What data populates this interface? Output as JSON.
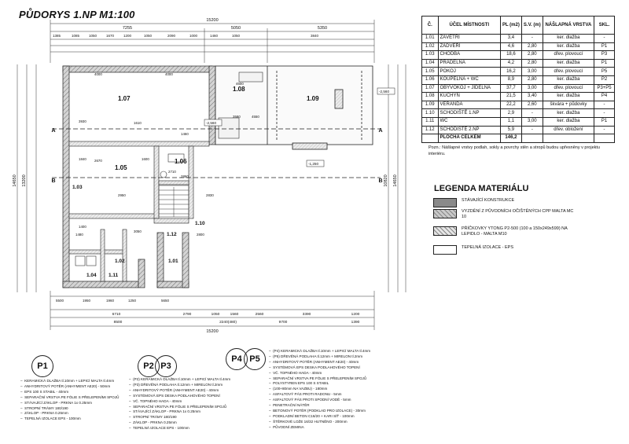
{
  "title": "PŮDORYS 1.NP  M1:100",
  "table": {
    "headers": [
      "Č.",
      "ÚČEL MÍSTNOSTI",
      "PL (m2)",
      "S.V. (m)",
      "NÁŠLAPNÁ VRSTVA",
      "SKL."
    ],
    "rows": [
      {
        "no": "1.01",
        "name": "ZÁVĚTŘÍ",
        "area": "3,4",
        "height": "-",
        "floor": "ker. dlažba",
        "skl": "-"
      },
      {
        "no": "1.02",
        "name": "ZÁDVEŘÍ",
        "area": "4,6",
        "height": "2,80",
        "floor": "ker. dlažba",
        "skl": "P1"
      },
      {
        "no": "1.03",
        "name": "CHODBA",
        "area": "18,6",
        "height": "2,80",
        "floor": "dřev. plovoucí",
        "skl": "P3"
      },
      {
        "no": "1.04",
        "name": "PRÁDELNA",
        "area": "4,2",
        "height": "2,80",
        "floor": "ker. dlažba",
        "skl": "P1"
      },
      {
        "no": "1.05",
        "name": "POKOJ",
        "area": "16,2",
        "height": "3,00",
        "floor": "dřev. plovoucí",
        "skl": "P5"
      },
      {
        "no": "1.06",
        "name": "KOUPELNA + WC",
        "area": "8,9",
        "height": "2,80",
        "floor": "ker. dlažba",
        "skl": "P2"
      },
      {
        "no": "1.07",
        "name": "OBÝVOKOJ + JÍDELNA",
        "area": "37,7",
        "height": "3,00",
        "floor": "dřev. plovoucí",
        "skl": "P3+P5"
      },
      {
        "no": "1.08",
        "name": "KUCHYŇ",
        "area": "21,5",
        "height": "3,40",
        "floor": "ker. dlažba",
        "skl": "P4"
      },
      {
        "no": "1.09",
        "name": "VERANDA",
        "area": "22,2",
        "height": "2,60",
        "floor": "škvára + půdovky",
        "skl": "-"
      },
      {
        "no": "1.10",
        "name": "SCHODIŠTĚ 1.NP",
        "area": "2,9",
        "height": "-",
        "floor": "ker. dlažba",
        "skl": "-"
      },
      {
        "no": "1.11",
        "name": "WC",
        "area": "1,1",
        "height": "3,00",
        "floor": "ker. dlažba",
        "skl": "P1"
      },
      {
        "no": "1.12",
        "name": "SCHODIŠTĚ 2.NP",
        "area": "5,9",
        "height": "-",
        "floor": "dřev. obložení",
        "skl": "-"
      }
    ],
    "total_label": "PLOCHA CELKEM",
    "total_value": "146,2"
  },
  "note": "Pozn.: Nášlapné vrstvy podlah, sokly a povrchy stěn a stropů budou upřesněny v projektu interiéru.",
  "legend": {
    "title": "LEGENDA MATERIÁLU",
    "items": [
      {
        "label": "STÁVAJÍCÍ KONSTRUKCE",
        "fill": "#8a8a8a"
      },
      {
        "label": "VYZDĚNÍ Z PŮVODNÍCH OČIŠTĚNÝCH CPP MALTA MC 10",
        "fill": "#c9c9c9"
      },
      {
        "label": "PŘÍČKOVKY YTONG P2-500 (100 a 150x249x599) NA LEPIDLO - MALTA M10",
        "fill": "#e6e6e6"
      },
      {
        "label": "TEPELNÁ IZOLACE - EPS",
        "fill": "#ffffff"
      }
    ]
  },
  "rooms": [
    {
      "id": "1.07",
      "name": "OBÝVOKOJ + JÍDELNA"
    },
    {
      "id": "1.08",
      "name": "KUCHYŇ"
    },
    {
      "id": "1.09",
      "name": "VERANDA"
    },
    {
      "id": "1.05",
      "name": "POKOJ"
    },
    {
      "id": "1.06",
      "name": "KOUPELNA + WC"
    },
    {
      "id": "1.03",
      "name": "CHODBA"
    },
    {
      "id": "1.12",
      "name": "SCHODIŠTĚ 2.NP"
    },
    {
      "id": "1.10",
      "name": "SCHODIŠTĚ 1.NP"
    },
    {
      "id": "1.02",
      "name": "ZÁDVEŘÍ"
    },
    {
      "id": "1.01",
      "name": "ZÁVĚTŘÍ"
    },
    {
      "id": "1.04",
      "name": "PRÁDELNA"
    },
    {
      "id": "1.11",
      "name": "WC"
    }
  ],
  "dimensions": {
    "top_total": "15200",
    "top_segments": [
      "7255",
      "5050",
      "5350"
    ],
    "top_detail": [
      "1385",
      "1085",
      "1050",
      "1670",
      "1200",
      "1050",
      "2090",
      "1000",
      "1460",
      "1050",
      "3840"
    ],
    "bottom_total": "15200",
    "bottom_segments": [
      "6710",
      "2790",
      "1050",
      "1560",
      "2560",
      "3390",
      "1200"
    ],
    "bottom_parts": [
      "8500",
      "2240(480)",
      "9700",
      "1390"
    ],
    "bottom_detail": [
      "5500",
      "1950",
      "1960",
      "1250",
      "5650"
    ],
    "left_total": "14650",
    "left_inner": "13200",
    "right_total": "14650",
    "right_inner": "10820",
    "levels": [
      "-2,560",
      "-2,560",
      "-1,250"
    ],
    "misc": [
      "4000",
      "4000",
      "4600",
      "3930",
      "3580",
      "2950",
      "4550",
      "1840",
      "3050",
      "2860",
      "1610",
      "2670",
      "1460",
      "1600",
      "1480",
      "1400",
      "2710",
      "2800",
      "2830"
    ]
  },
  "markers": [
    "A",
    "A",
    "B",
    "B"
  ],
  "compositions": [
    {
      "badges": [
        "P1"
      ],
      "lines": [
        "KERAMICKÁ DLAŽBA tl.10mm + LEPICÍ MALTA tl.4mm",
        "ANHYDRITOVÝ POTĚR (ANHYMENT AE20) - 50mm",
        "EPS 100 S STABIL - 40mm",
        "SEPARAČNÍ VRSTVA PE FÓLIE S PŘELEPENÍMI SPOJŮ",
        "STÁVAJÍCÍ ZÁKLOP - PRKNA 1x 0.25mm",
        "STROPNÍ TRÁMY 180/190",
        "ZÁKLOP - PRKNA 0.25mm",
        "TEPELNÁ IZOLACE EPS - 100mm"
      ]
    },
    {
      "badges": [
        "P2",
        "P3"
      ],
      "lines": [
        "(P2) KERAMICKÁ DLAŽBA tl.10mm + LEPICÍ MALTA tl.4mm",
        "(P3) DŘEVĚNÁ PODLAHA tl.12mm + MIRELON tl.2mm",
        "ANHYDRITOVÝ POTĚR (ANHYMENT AE20) - 40mm",
        "SYSTÉMOVÁ EPS DESKA PODLAHOVÉHO TOPENÍ",
        "VČ. TOPNÉHO HADA - 40mm",
        "SEPARAČNÍ VRSTVA PE FÓLIE S PŘELEPENÍM SPOJŮ",
        "STÁVAJÍCÍ ZÁKLOP - PRKNA 1x 0.25mm",
        "STROPNÍ TRÁMY 180/190",
        "ZÁKLOP - PRKNA 0.25mm",
        "TEPELNÁ IZOLACE EPS - 100mm"
      ]
    },
    {
      "badges": [
        "P4",
        "P5"
      ],
      "lines": [
        "(P4) KERAMICKÁ DLAŽBA tl.10mm + LEPICÍ MALTA tl.4mm",
        "(P5) DŘEVĚNÁ PODLAHA tl.12mm + MIRELON tl.2mm",
        "ANHYDRITOVÝ POTĚR (ANHYMENT AE20) - 40mm",
        "SYSTÉMOVÁ EPS DESKA PODLAHOVÉHO TOPENÍ",
        "VČ. TOPNÉHO HADA - 40mm",
        "SEPARAČNÍ VRSTVA PE FÓLIE S PŘELEPENÍM SPOJŮ",
        "POLYSTYREN EPS 100 S STABIL",
        "(100+80mm NA VAZBU) - 180mm",
        "ASFALTOVÝ PÁS PROTI RADONU - 5mm",
        "ASFALTOVÝ PÁS PROTI SPODNÍ VODĚ - 5mm",
        "PENETRAČNÍ NÁTĚR",
        "BETONOVÝ POTĚR (PODKLAD PRO IZOLACE) - 30mm",
        "PODKLADNÍ BETON C16/20 + KARI SÍŤ - 100mm",
        "ŠTĚRKOVÉ LOŽE 16/32 HUTNĚNO - 200mm",
        "PŮVODNÍ ZEMINA"
      ]
    }
  ]
}
